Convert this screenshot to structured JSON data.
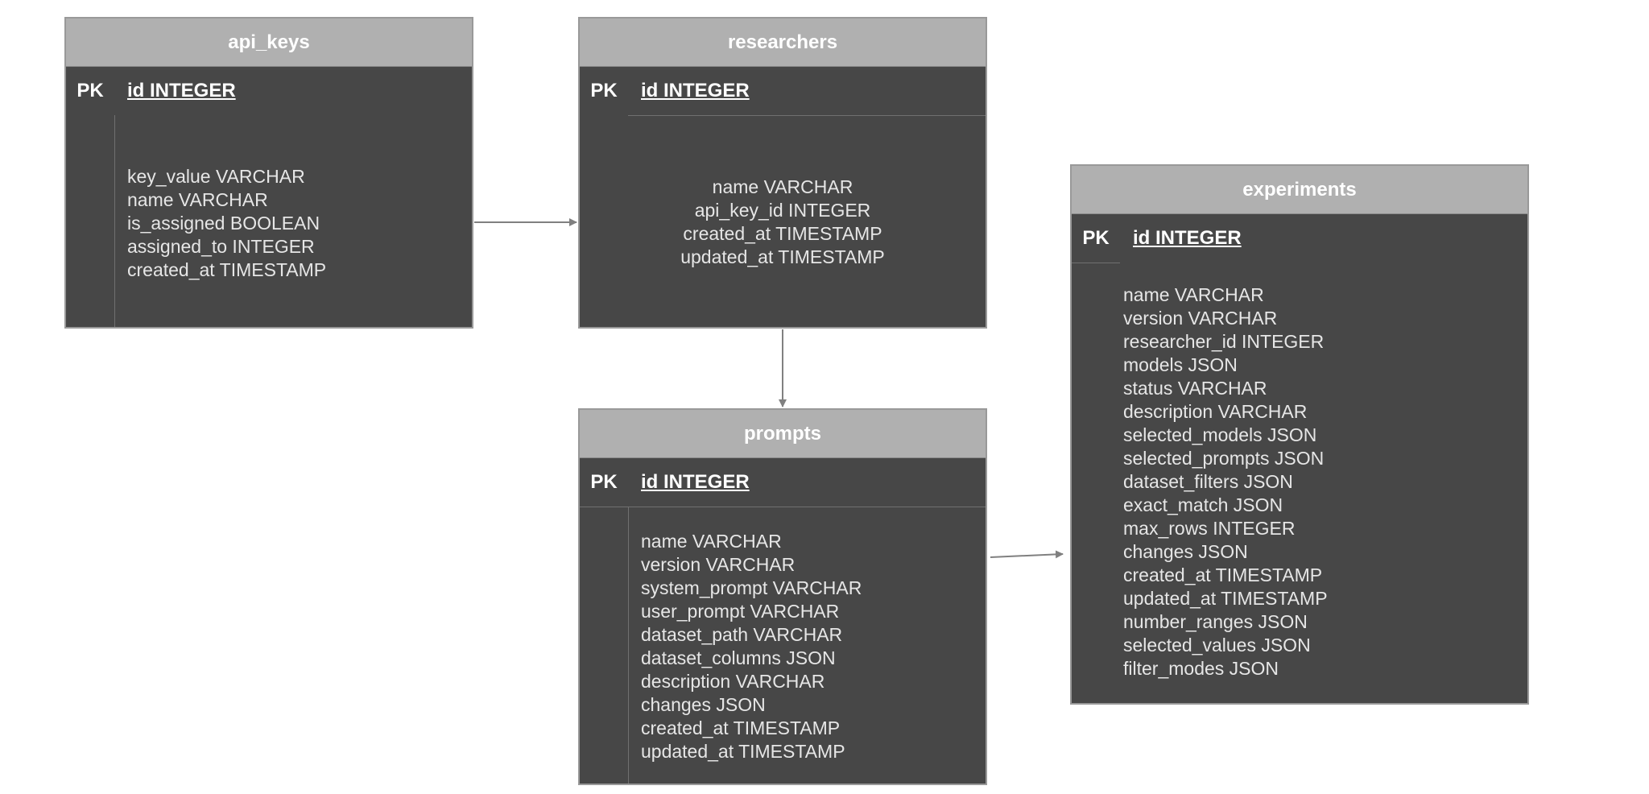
{
  "tables": {
    "api_keys": {
      "title": "api_keys",
      "pk_label": "PK",
      "pk_field": "id INTEGER",
      "fields": [
        "key_value VARCHAR",
        "name VARCHAR",
        "is_assigned BOOLEAN",
        "assigned_to INTEGER",
        "created_at TIMESTAMP"
      ]
    },
    "researchers": {
      "title": "researchers",
      "pk_label": "PK",
      "pk_field": "id INTEGER",
      "fields": [
        "name VARCHAR",
        "api_key_id INTEGER",
        "created_at TIMESTAMP",
        "updated_at TIMESTAMP"
      ]
    },
    "prompts": {
      "title": "prompts",
      "pk_label": "PK",
      "pk_field": "id INTEGER",
      "fields": [
        "name VARCHAR",
        "version VARCHAR",
        "system_prompt VARCHAR",
        "user_prompt VARCHAR",
        "dataset_path VARCHAR",
        "dataset_columns JSON",
        "description VARCHAR",
        "changes JSON",
        "created_at TIMESTAMP",
        "updated_at TIMESTAMP"
      ]
    },
    "experiments": {
      "title": "experiments",
      "pk_label": "PK",
      "pk_field": "id INTEGER",
      "fields": [
        "name VARCHAR",
        "version VARCHAR",
        "researcher_id INTEGER",
        "models JSON",
        "status VARCHAR",
        "description VARCHAR",
        "selected_models JSON",
        "selected_prompts JSON",
        "dataset_filters JSON",
        "exact_match JSON",
        "max_rows INTEGER",
        "changes JSON",
        "created_at TIMESTAMP",
        "updated_at TIMESTAMP",
        "number_ranges JSON",
        "selected_values JSON",
        "filter_modes JSON"
      ]
    }
  },
  "colors": {
    "table_body": "#474747",
    "table_header": "#b0b0b0",
    "table_border": "#999999",
    "connector": "#808080"
  }
}
